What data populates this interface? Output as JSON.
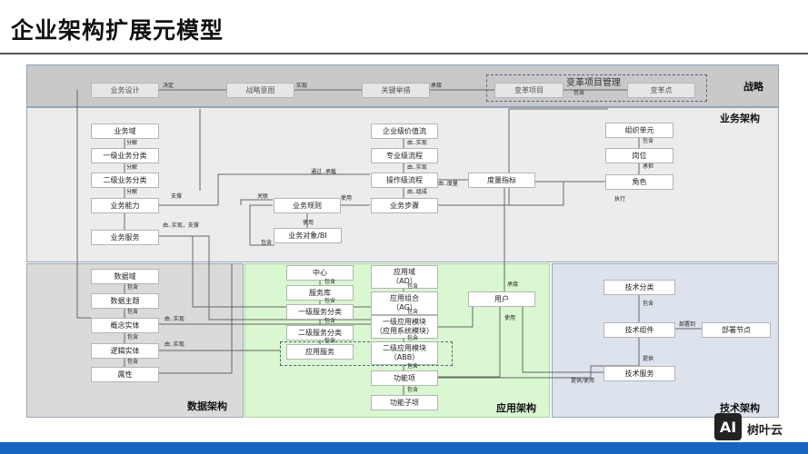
{
  "title": "企业架构扩展元模型",
  "panels": {
    "strategy": "战略",
    "business": "业务架构",
    "data": "数据架构",
    "application": "应用架构",
    "technology": "技术架构"
  },
  "strategy_boxes": [
    "业务设计",
    "战略意图",
    "关键举措",
    "变革项目",
    "变革点"
  ],
  "change_program_label": "变革项目管理",
  "business_left": [
    "业务域",
    "一级业务分类",
    "二级业务分类",
    "业务能力",
    "业务服务"
  ],
  "business_mid": [
    "企业级价值流",
    "专业级流程",
    "操作级流程",
    "业务步骤",
    "业务规则",
    "业务对象/BI",
    "度量指标"
  ],
  "business_right": [
    "组织单元",
    "岗位",
    "角色"
  ],
  "data_boxes": [
    "数据域",
    "数据主题",
    "概念实体",
    "逻辑实体",
    "属性"
  ],
  "app_left": [
    "中心",
    "服务库",
    "一级服务分类",
    "二级服务分类",
    "应用服务"
  ],
  "app_mid": [
    "应用域\n（AD）",
    "应用组合\n（AG）",
    "一级应用模块\n（应用系统模块）",
    "二级应用模块\n（ABB）",
    "功能项",
    "功能子项"
  ],
  "app_user": "用户",
  "tech_boxes": [
    "技术分类",
    "技术组件",
    "技术服务",
    "部署节点"
  ],
  "relations": {
    "decide": "决定",
    "realize": "实现",
    "carry": "承接",
    "contain": "包含",
    "decompose": "分解",
    "by_realize": "由..实现",
    "by_carry": "通过..承载",
    "by_compose": "由..组成",
    "by_measure": "由..度量",
    "support": "支撑",
    "associate": "关联",
    "use": "使用",
    "execute": "执行",
    "by_realize_support": "由..实现，支撑",
    "deploy_to": "部署到",
    "provide": "提供",
    "provide_use": "提供/使用",
    "bear": "承担"
  },
  "logo": {
    "mark": "AI",
    "text": "树叶云"
  }
}
